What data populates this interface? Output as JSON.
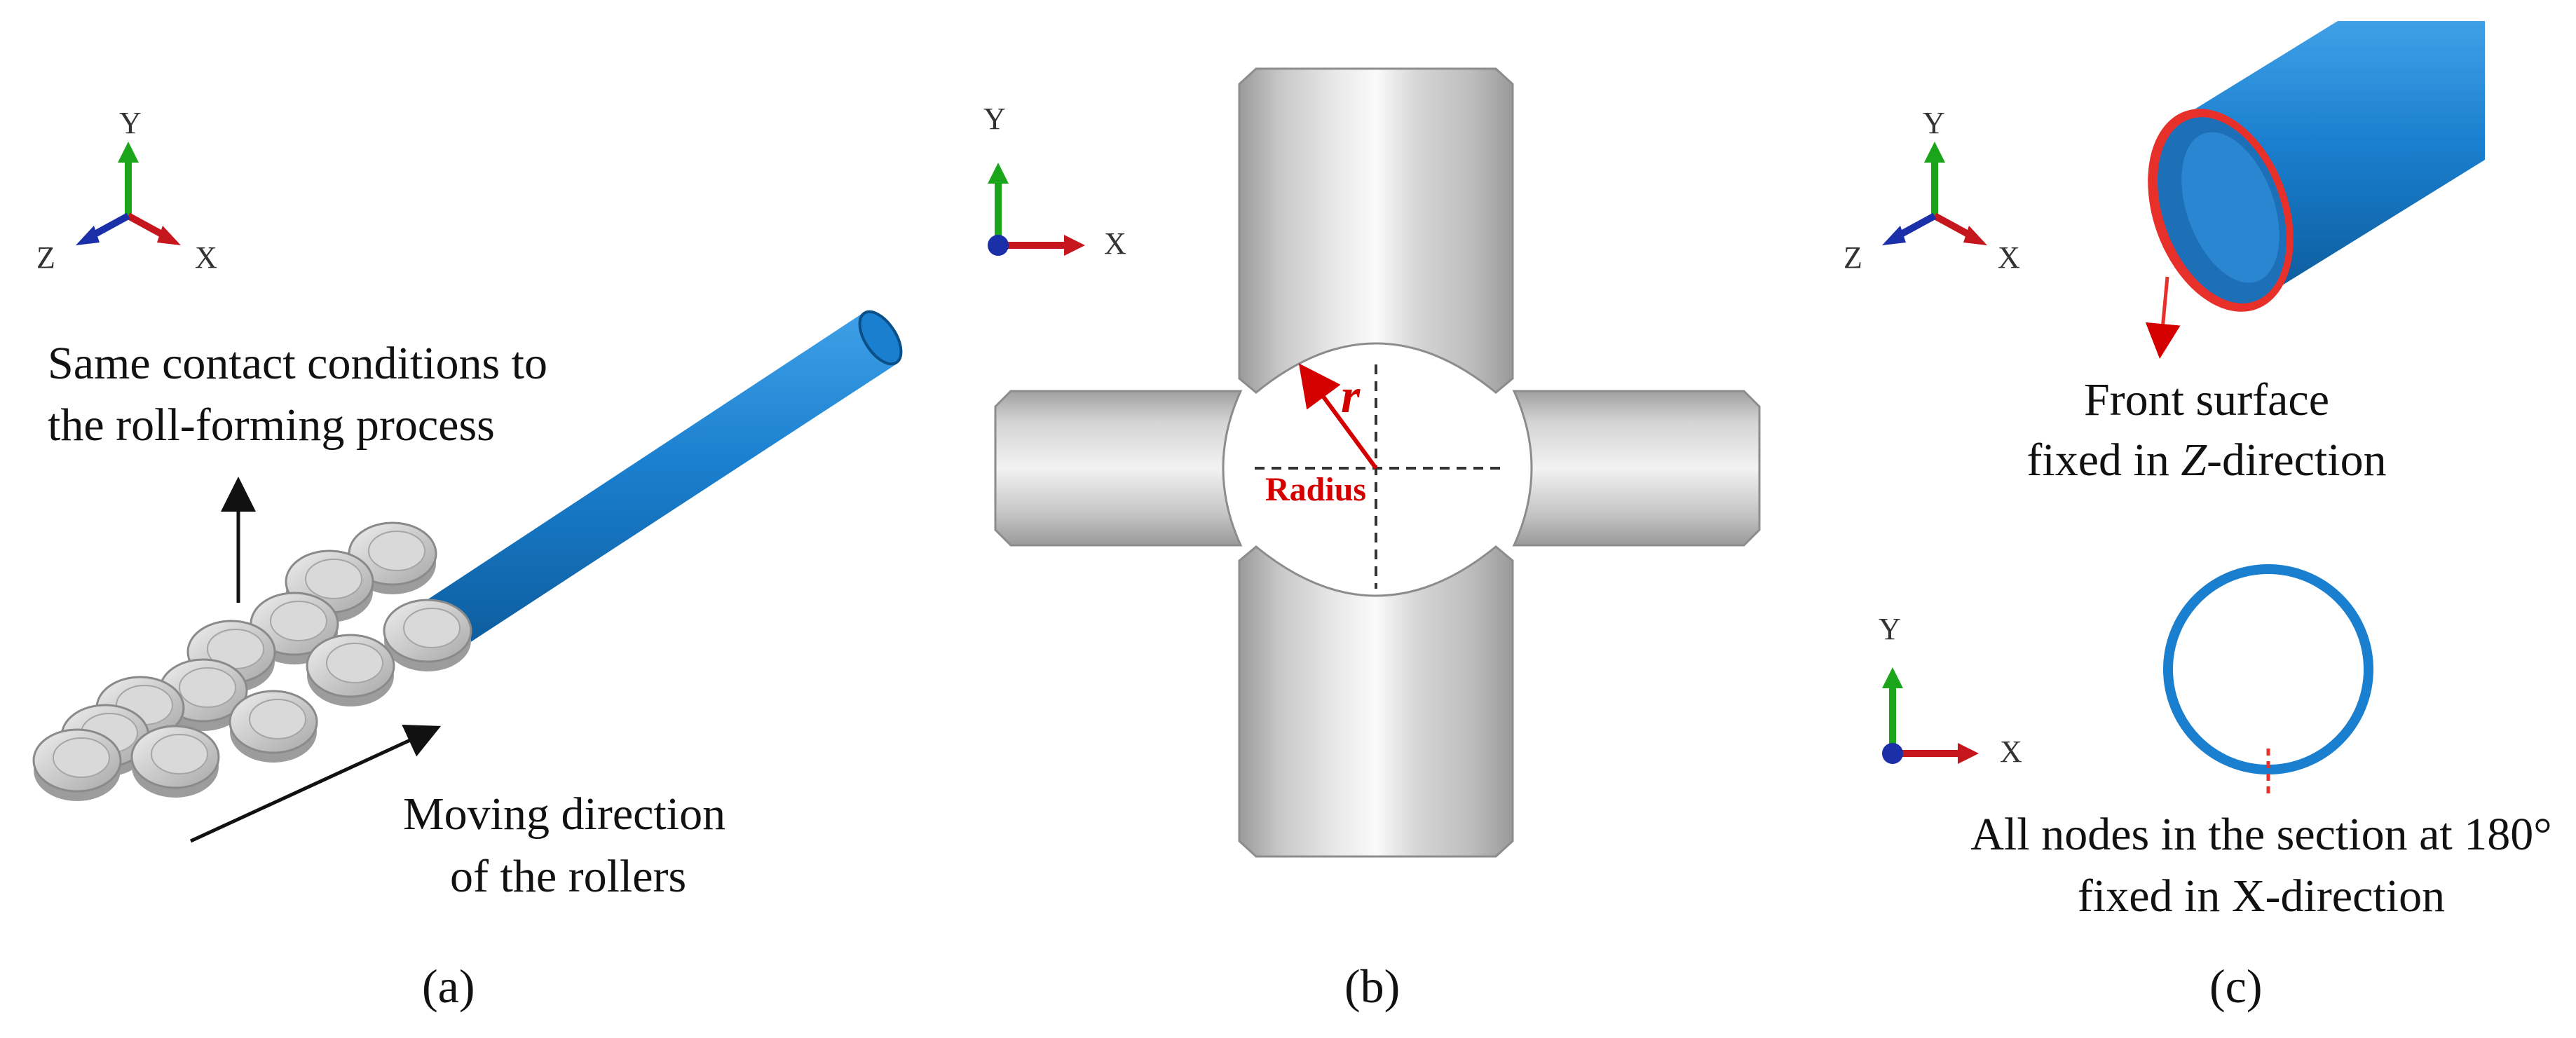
{
  "panels": {
    "a": {
      "caption": "(a)",
      "axes": {
        "y": "Y",
        "z": "Z",
        "x": "X"
      },
      "note_top_1": "Same contact conditions to",
      "note_top_2": "the roll-forming  process",
      "note_bottom_1": "Moving direction",
      "note_bottom_2": "of the rollers"
    },
    "b": {
      "caption": "(b)",
      "axes": {
        "y": "Y",
        "x": "X"
      },
      "r_symbol": "r",
      "radius_label": "Radius"
    },
    "c": {
      "caption": "(c)",
      "axes_top": {
        "y": "Y",
        "z": "Z",
        "x": "X"
      },
      "axes_bottom": {
        "y": "Y",
        "x": "X"
      },
      "front_1": "Front surface",
      "front_2a": "fixed in ",
      "front_2b": "Z",
      "front_2c": "-direction",
      "nodes_1": "All nodes in the section at 180°",
      "nodes_2": "fixed in X-direction"
    }
  },
  "colors": {
    "tube_blue": "#1a7fcf",
    "tube_blue_dark": "#0d5c9c",
    "ring_red": "#e8302a",
    "roller_gray": "#cfcfcf",
    "axis_y": "#1aa51a",
    "axis_x": "#c4161c",
    "axis_z": "#1a2fa8"
  }
}
